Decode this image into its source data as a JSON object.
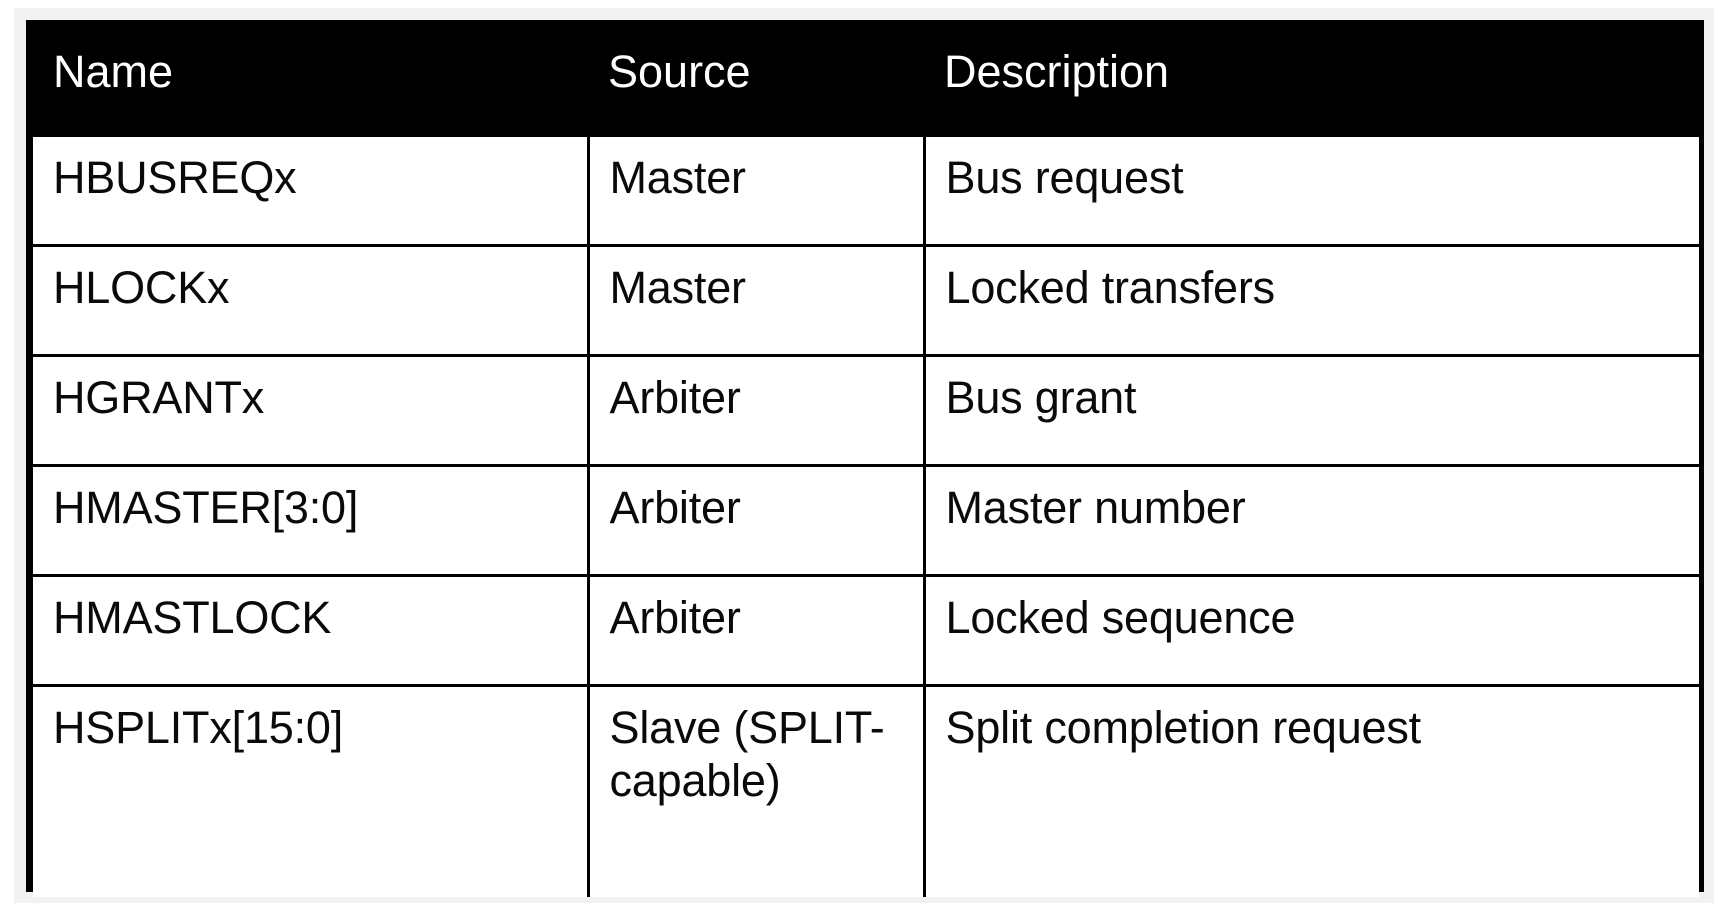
{
  "document": {
    "kind": "scanned-table-figure",
    "background_color": "#ffffff",
    "table_border_color": "#000000",
    "header_background_color": "#000000",
    "header_text_color": "#ffffff",
    "body_text_color": "#0a0a0a"
  },
  "table": {
    "columns": [
      {
        "key": "name",
        "label": "Name"
      },
      {
        "key": "source",
        "label": "Source"
      },
      {
        "key": "description",
        "label": "Description"
      }
    ],
    "rows": [
      {
        "name": "HBUSREQx",
        "source": "Master",
        "description": "Bus request"
      },
      {
        "name": "HLOCKx",
        "source": "Master",
        "description": "Locked transfers"
      },
      {
        "name": "HGRANTx",
        "source": "Arbiter",
        "description": "Bus grant"
      },
      {
        "name": "HMASTER[3:0]",
        "source": "Arbiter",
        "description": "Master number"
      },
      {
        "name": "HMASTLOCK",
        "source": "Arbiter",
        "description": "Locked sequence"
      },
      {
        "name": "HSPLITx[15:0]",
        "source": "Slave (SPLIT-",
        "source_line2": "capable)",
        "description": "Split completion request"
      }
    ]
  }
}
